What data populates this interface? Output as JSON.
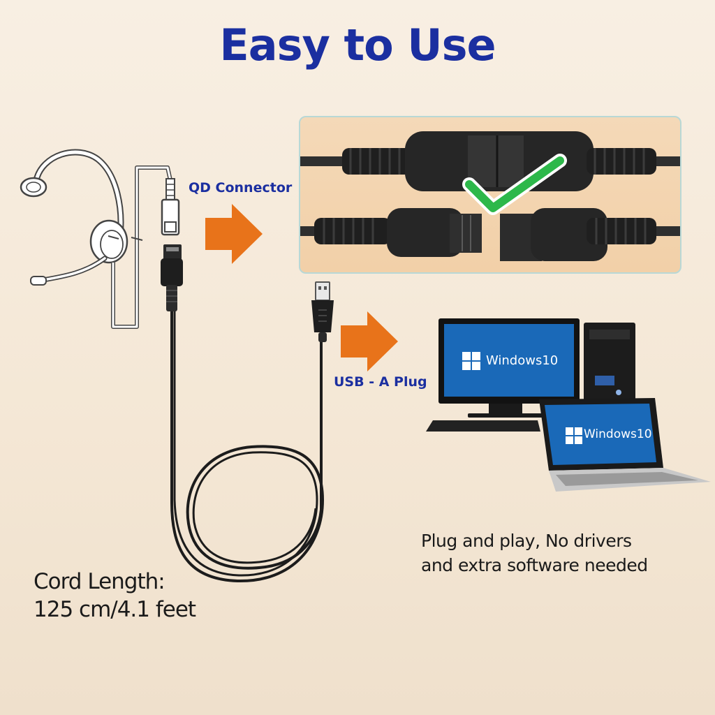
{
  "title": "Easy to Use",
  "labels": {
    "qd_connector": "QD Connector",
    "usb_plug": "USB - A Plug"
  },
  "cord": {
    "title": "Cord Length:",
    "value": "125 cm/4.1 feet"
  },
  "plug_and_play": {
    "line1": "Plug and play, No drivers",
    "line2": "and extra software needed"
  },
  "screens": {
    "monitor": "Windows10",
    "laptop": "Windows10"
  },
  "colors": {
    "title_blue": "#1b2fa0",
    "arrow_orange": "#e8731a",
    "check_green": "#2db84a"
  }
}
